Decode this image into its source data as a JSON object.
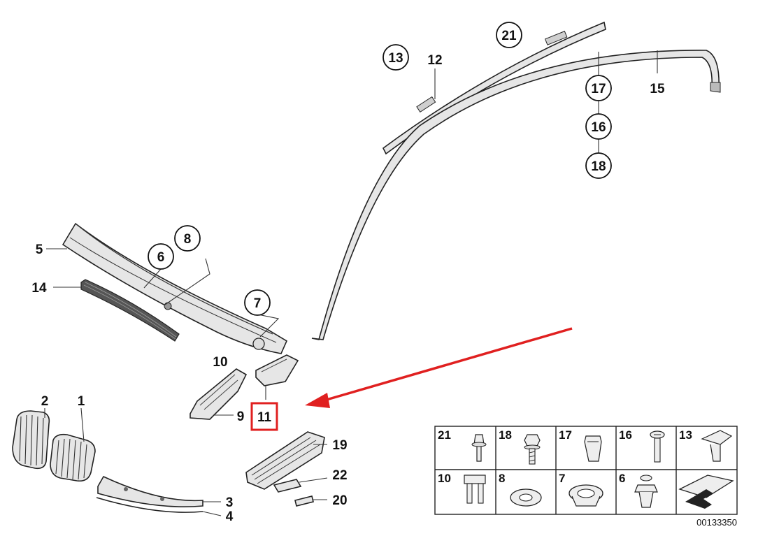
{
  "diagram": {
    "callouts": [
      {
        "id": "13",
        "circled": true
      },
      {
        "id": "12",
        "circled": false
      },
      {
        "id": "21",
        "circled": true
      },
      {
        "id": "17",
        "circled": true
      },
      {
        "id": "15",
        "circled": false
      },
      {
        "id": "16",
        "circled": true
      },
      {
        "id": "18",
        "circled": true
      },
      {
        "id": "5",
        "circled": false
      },
      {
        "id": "6",
        "circled": true
      },
      {
        "id": "8",
        "circled": true
      },
      {
        "id": "14",
        "circled": false
      },
      {
        "id": "7",
        "circled": true
      },
      {
        "id": "10",
        "circled": false
      },
      {
        "id": "9",
        "circled": false
      },
      {
        "id": "11",
        "circled": false,
        "highlighted": true
      },
      {
        "id": "2",
        "circled": false
      },
      {
        "id": "1",
        "circled": false
      },
      {
        "id": "3",
        "circled": false
      },
      {
        "id": "4",
        "circled": false
      },
      {
        "id": "19",
        "circled": false
      },
      {
        "id": "22",
        "circled": false
      },
      {
        "id": "20",
        "circled": false
      }
    ],
    "fastener_table": {
      "row1": [
        "21",
        "18",
        "17",
        "16",
        "13"
      ],
      "row2": [
        "10",
        "8",
        "7",
        "6"
      ]
    },
    "catalog_number": "00133350",
    "colors": {
      "highlight": "#e02020",
      "arrow": "#e02020",
      "line": "#222222",
      "part_fill": "#e6e6e6"
    }
  }
}
